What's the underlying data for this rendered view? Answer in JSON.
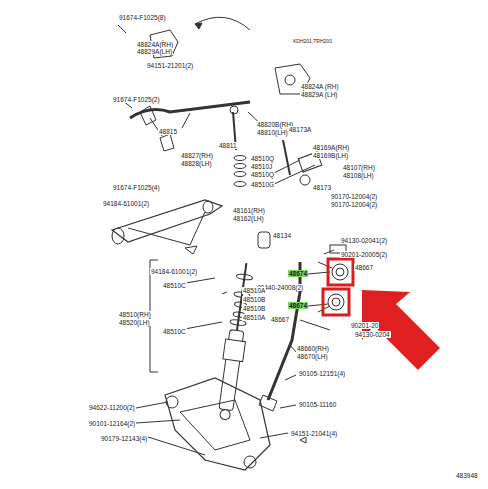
{
  "diagram": {
    "labels": [
      "91674-F1025(8)",
      "48824A(RH)",
      "48829A(LH)",
      "94151-21201(2)",
      "KDH201,TRH200",
      "48824A (RH)",
      "48829A (LH)",
      "91674-F1025(2)",
      "48820B(RH)",
      "48810(LH)",
      "48815",
      "48811",
      "48827(RH)",
      "48828(LH)",
      "48173A",
      "48510Q",
      "48510J",
      "48510Q",
      "48510G",
      "91674-F1025(4)",
      "48169A(RH)",
      "48169B(LH)",
      "48107(RH)",
      "48108(LH)",
      "94184-61001(2)",
      "48173",
      "90170-12004(2)",
      "90170-12004(2)",
      "48161(RH)",
      "48162(LH)",
      "48134",
      "94130-02041(2)",
      "90201-20005(2)",
      "48674",
      "48667",
      "90440-24008(2)",
      "48674",
      "48667",
      "90201-20",
      "94130-0204",
      "94184-61001(2)",
      "48510C",
      "48510A",
      "48510B",
      "48510B",
      "48510A",
      "48510(RH)",
      "48520(LH)",
      "48510C",
      "48660(RH)",
      "48670(LH)",
      "90105-12151(4)",
      "90105-11160",
      "94622-11200(2)",
      "90101-12164(2)",
      "90179-12143(4)",
      "94151-21041(4)",
      "483948"
    ]
  }
}
